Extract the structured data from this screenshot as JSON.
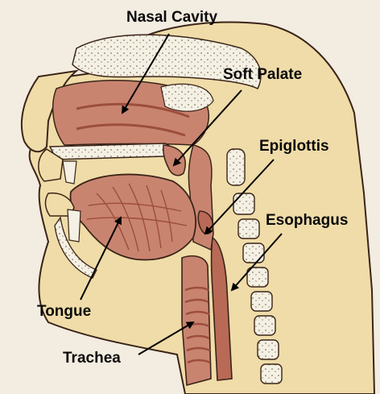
{
  "diagram": {
    "labels": {
      "nasal_cavity": "Nasal Cavity",
      "soft_palate": "Soft Palate",
      "epiglottis": "Epiglottis",
      "esophagus": "Esophagus",
      "tongue": "Tongue",
      "trachea": "Trachea"
    },
    "colors": {
      "background": "#f3ece0",
      "skin": "#efdca8",
      "muscle": "#c98470",
      "muscle_dark": "#9c4e3c",
      "bone": "#f4f0e4",
      "outline": "#3a2418",
      "label_text": "#0a0a0a",
      "arrow": "#000000"
    }
  }
}
